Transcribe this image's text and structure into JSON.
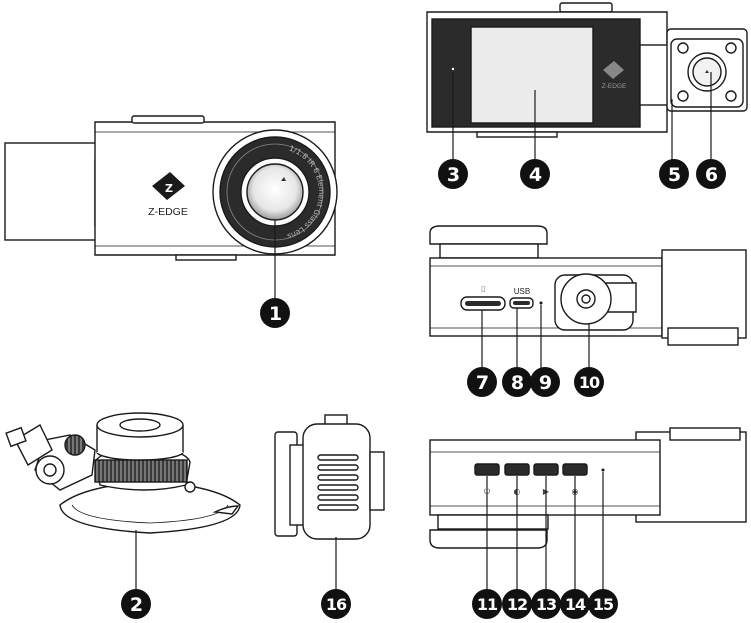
{
  "brand": {
    "logo_text": "Z-EDGE"
  },
  "lens_ring_text": "1/1.8 IR 6 Element Glass Lens",
  "port_labels": {
    "usb": "USB"
  },
  "callouts": [
    "1",
    "2",
    "3",
    "4",
    "5",
    "6",
    "7",
    "8",
    "9",
    "10",
    "11",
    "12",
    "13",
    "14",
    "15",
    "16"
  ],
  "colors": {
    "ink": "#222222",
    "callout_fill": "#111111",
    "line": "#1a1a1a",
    "paper": "#ffffff",
    "screen": "#ececec",
    "dark": "#2b2b2b"
  }
}
